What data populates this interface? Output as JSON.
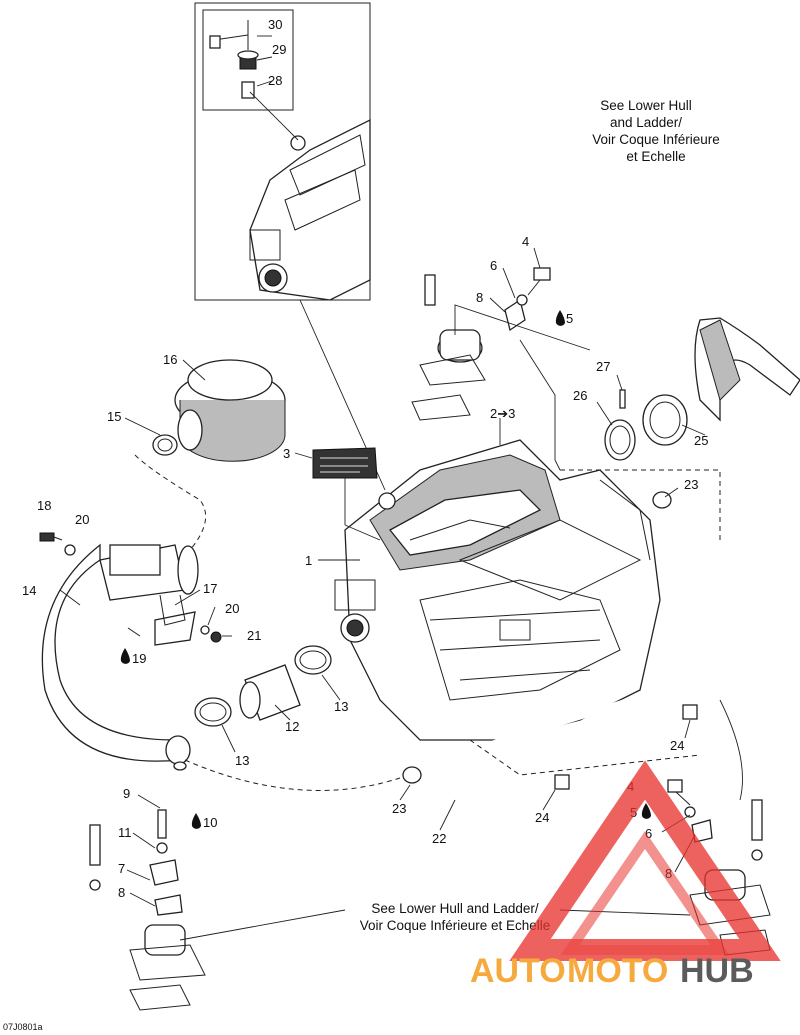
{
  "diagram_code": "07J0801a",
  "notes": {
    "lower_hull_top": [
      "See Lower Hull",
      "and Ladder/",
      "Voir Coque Inférieure",
      "et Echelle"
    ],
    "lower_hull_bottom": [
      "See Lower Hull and Ladder/",
      "Voir Coque Inférieure et Echelle"
    ]
  },
  "callouts": {
    "c1": "1",
    "c2_3": "2➔3",
    "c3": "3",
    "c4a": "4",
    "c4b": "4",
    "c5a": "5",
    "c5b": "5",
    "c6a": "6",
    "c6b": "6",
    "c7": "7",
    "c8a": "8",
    "c8b": "8",
    "c8c": "8",
    "c9": "9",
    "c10": "10",
    "c11": "11",
    "c12": "12",
    "c13a": "13",
    "c13b": "13",
    "c14": "14",
    "c15": "15",
    "c16": "16",
    "c17": "17",
    "c18": "18",
    "c19": "19",
    "c20a": "20",
    "c20b": "20",
    "c21": "21",
    "c22": "22",
    "c23a": "23",
    "c23b": "23",
    "c24a": "24",
    "c24b": "24",
    "c25": "25",
    "c26": "26",
    "c27": "27",
    "c28": "28",
    "c29": "29",
    "c30": "30"
  },
  "watermark": {
    "brand_auto": "AUTO",
    "brand_moto": "MOTO",
    "brand_hub": "HUB",
    "color_red": "#e8332e",
    "color_orange": "#f6a12a",
    "color_gray": "#4a4a4a"
  }
}
